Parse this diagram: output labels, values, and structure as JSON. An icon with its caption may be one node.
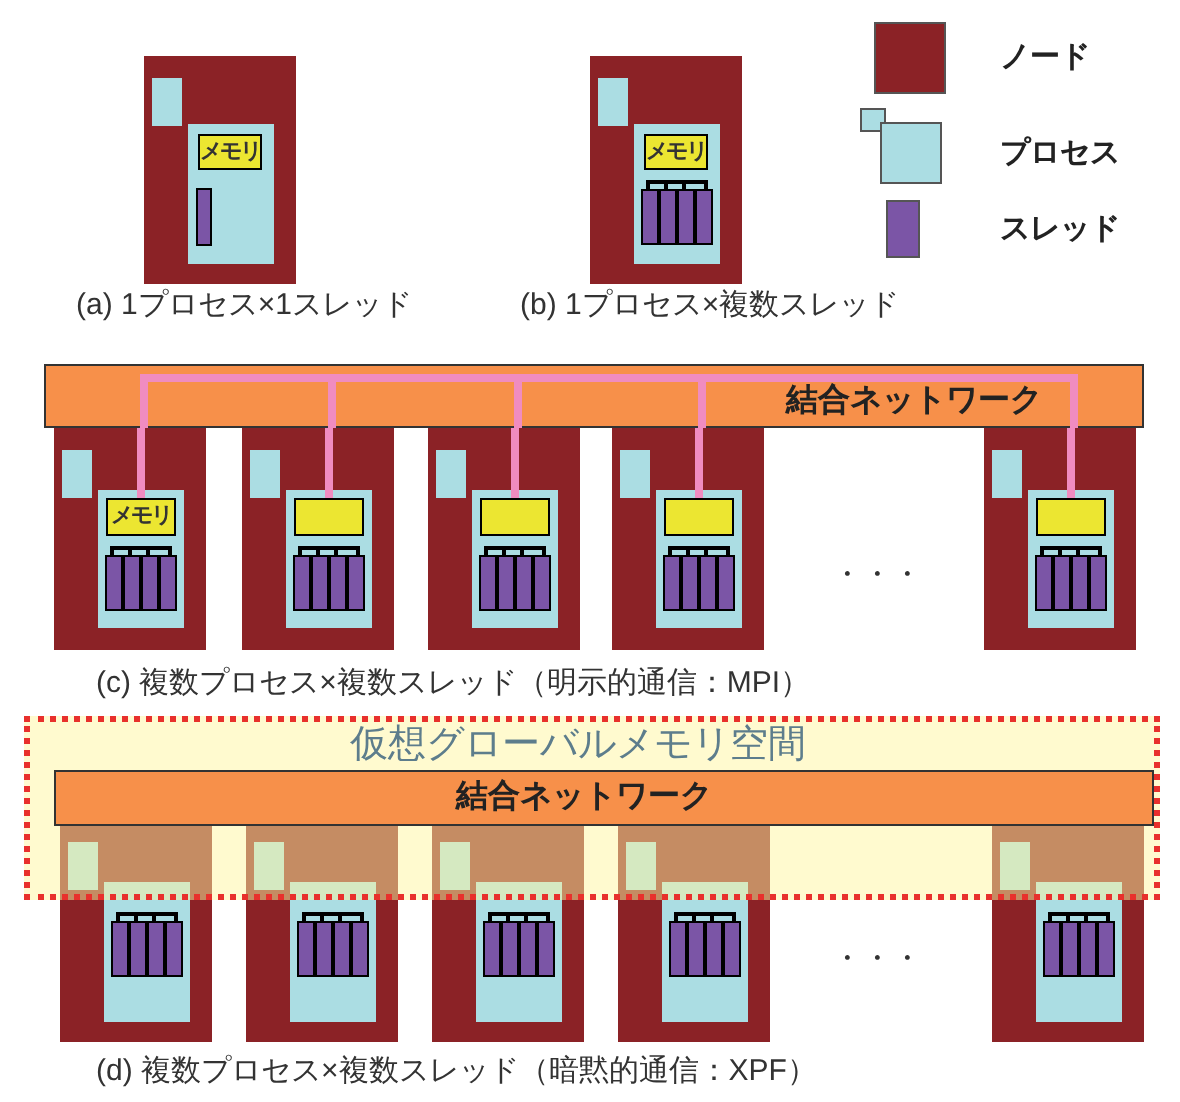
{
  "diagram": {
    "nodes": [
      {
        "text": [],
        "shape": "box"
      },
      {
        "text": [],
        "shape": "box",
        "in": 0
      },
      {
        "text": [
          "メモリ"
        ],
        "in": 1
      },
      {
        "text": [],
        "shape": "box"
      },
      {
        "text": [],
        "shape": "box",
        "in": 3
      },
      {
        "text": [
          "メモリ"
        ],
        "in": 4
      },
      {
        "text": [
          "結合ネットワーク"
        ]
      },
      {
        "text": [],
        "shape": "box"
      },
      {
        "text": [],
        "shape": "box",
        "in": 7
      },
      {
        "text": [
          "メモリ"
        ],
        "in": 8
      },
      {
        "text": [],
        "shape": "box"
      },
      {
        "text": [],
        "shape": "box",
        "in": 10
      },
      {
        "text": [],
        "shape": "box",
        "in": 11
      },
      {
        "text": [],
        "shape": "box"
      },
      {
        "text": [],
        "shape": "box",
        "in": 13
      },
      {
        "text": [],
        "shape": "box",
        "in": 14
      },
      {
        "text": [],
        "shape": "box"
      },
      {
        "text": [],
        "shape": "box",
        "in": 16
      },
      {
        "text": [],
        "shape": "box",
        "in": 17
      },
      {
        "text": [],
        "shape": "box"
      },
      {
        "text": [],
        "shape": "box",
        "in": 19
      },
      {
        "text": [],
        "shape": "box",
        "in": 20
      },
      {
        "text": [
          "仮想グローバルメモリ空間"
        ]
      },
      {
        "text": [
          "結合ネットワーク"
        ],
        "in": 22
      },
      {
        "text": [],
        "shape": "box"
      },
      {
        "text": [],
        "shape": "box",
        "in": 24
      },
      {
        "text": [],
        "shape": "box"
      },
      {
        "text": [],
        "shape": "box",
        "in": 26
      },
      {
        "text": [],
        "shape": "box"
      },
      {
        "text": [],
        "shape": "box",
        "in": 28
      },
      {
        "text": [],
        "shape": "box"
      },
      {
        "text": [],
        "shape": "box",
        "in": 30
      },
      {
        "text": [],
        "shape": "box"
      },
      {
        "text": [],
        "shape": "box",
        "in": 32
      }
    ],
    "edges": [
      {
        "from": 9,
        "to": 6,
        "arrow": "none"
      },
      {
        "from": 12,
        "to": 6,
        "arrow": "none"
      },
      {
        "from": 15,
        "to": 6,
        "arrow": "none"
      },
      {
        "from": 18,
        "to": 6,
        "arrow": "none"
      },
      {
        "from": 21,
        "to": 6,
        "arrow": "none"
      }
    ],
    "labels": [
      "(a) 1プロセス×1スレッド",
      "(b) 1プロセス×複数スレッド",
      "・・・",
      "(c) 複数プロセス×複数スレッド（明示的通信：MPI）",
      "・・・",
      "(d) 複数プロセス×複数スレッド（暗黙的通信：XPF）"
    ],
    "legend": [
      {
        "text": "ノード",
        "color": "#8b2226"
      },
      {
        "text": "プロセス",
        "color": "#abdde3"
      },
      {
        "text": "スレッド",
        "color": "#7b55a6"
      }
    ]
  }
}
